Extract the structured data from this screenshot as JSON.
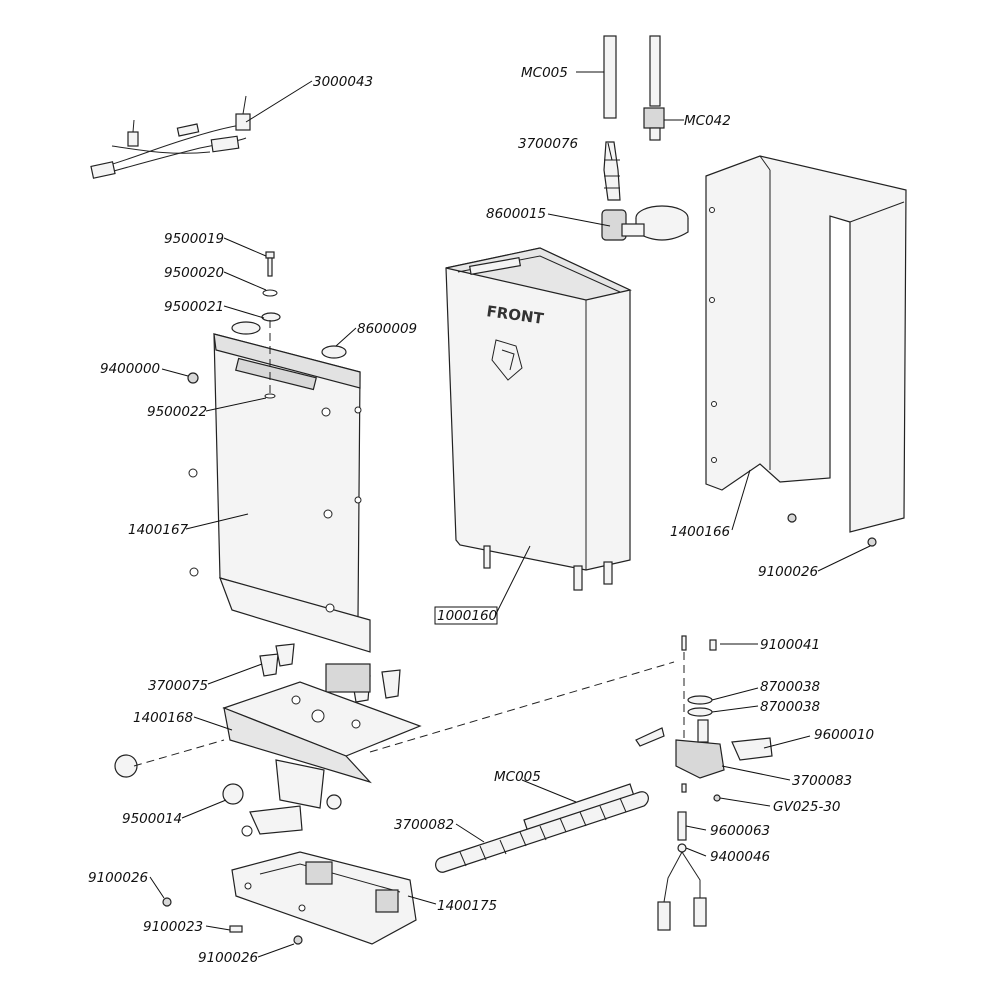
{
  "diagram": {
    "front_marking": "FRONT",
    "labels": {
      "l_3000043": "3000043",
      "l_MC005_top": "MC005",
      "l_MC042": "MC042",
      "l_3700076": "3700076",
      "l_8600015": "8600015",
      "l_9500019": "9500019",
      "l_9500020": "9500020",
      "l_9500021": "9500021",
      "l_8600009": "8600009",
      "l_9400000": "9400000",
      "l_9500022": "9500022",
      "l_1400167": "1400167",
      "l_1000160": "1000160",
      "l_1400166": "1400166",
      "l_9100026_right": "9100026",
      "l_9100041": "9100041",
      "l_8700038_a": "8700038",
      "l_8700038_b": "8700038",
      "l_9600010": "9600010",
      "l_3700083": "3700083",
      "l_GV025_30": "GV025-30",
      "l_MC005_bottom": "MC005",
      "l_3700082": "3700082",
      "l_9600063": "9600063",
      "l_9400046": "9400046",
      "l_3700075": "3700075",
      "l_1400168": "1400168",
      "l_9500014": "9500014",
      "l_1400175": "1400175",
      "l_9100026_a": "9100026",
      "l_9100023": "9100023",
      "l_9100026_b": "9100026"
    }
  }
}
